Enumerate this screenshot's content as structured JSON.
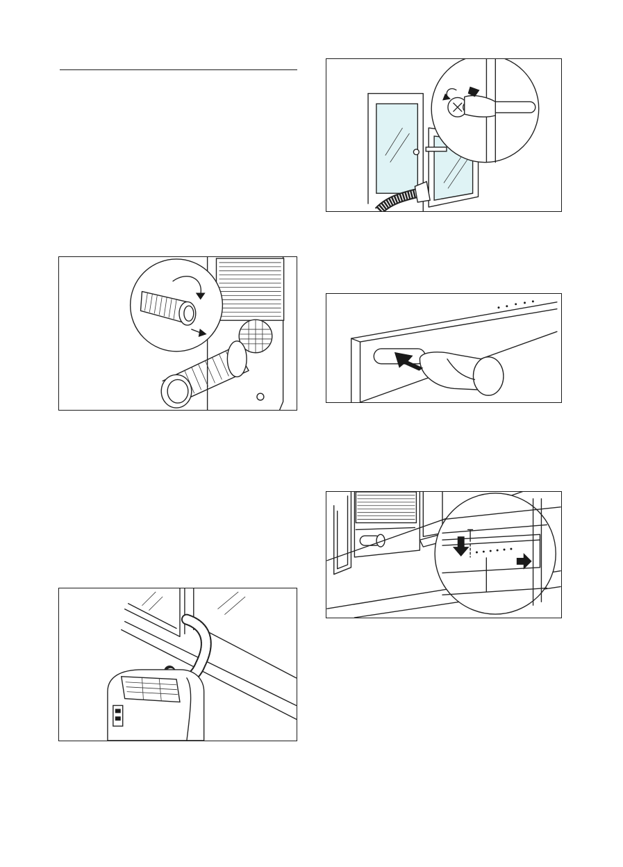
{
  "page": {
    "section_rule": true
  },
  "figures": [
    {
      "id": "fig1",
      "icon": "hose-attach-illustration"
    },
    {
      "id": "fig2",
      "icon": "unit-hose-window-illustration"
    },
    {
      "id": "fig3",
      "icon": "window-handle-illustration"
    },
    {
      "id": "fig4",
      "icon": "window-kit-insert-illustration"
    },
    {
      "id": "fig5",
      "icon": "window-kit-fixing-illustration"
    }
  ]
}
